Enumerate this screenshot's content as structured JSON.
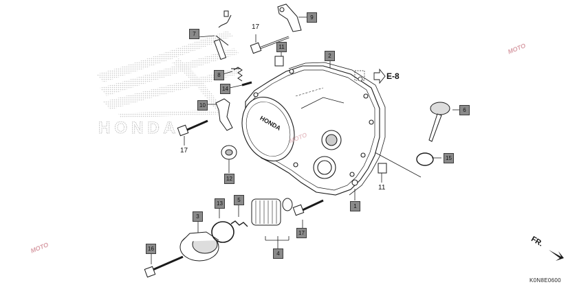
{
  "diagram": {
    "part_callouts": [
      "1",
      "2",
      "3",
      "4",
      "5",
      "6",
      "7",
      "8",
      "9",
      "10",
      "11",
      "12",
      "13",
      "14",
      "15",
      "16",
      "17"
    ],
    "plain_labels": {
      "a": "17",
      "b": "17",
      "c": "11"
    },
    "reference": "E-8",
    "direction": "FR.",
    "drawing_code": "K0N8E0600",
    "background_logo": "HONDA",
    "cover_logo": "HONDA",
    "watermark": "MOTO"
  },
  "colors": {
    "callout_fill": "#8a8a8a",
    "line": "#1a1a1a",
    "logo_dots": "#c8c8c8",
    "watermark": "#d9a0a8"
  }
}
